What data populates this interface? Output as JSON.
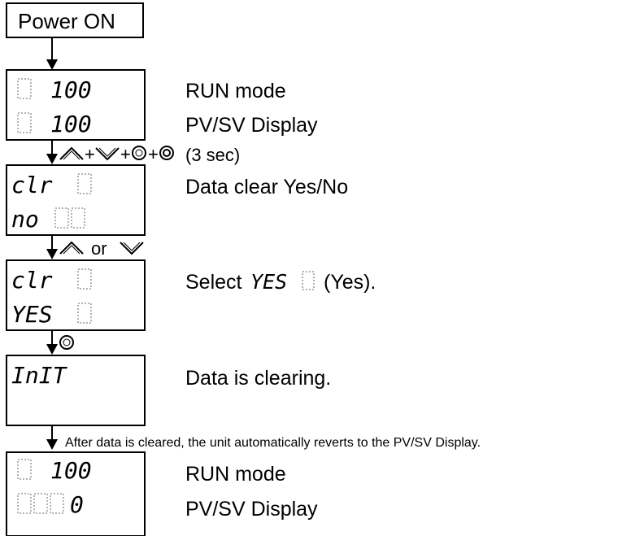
{
  "start": "Power ON",
  "steps": [
    {
      "display_top": "□ 100",
      "display_bottom": "□ 100",
      "desc_top": "RUN mode",
      "desc_bottom": "PV/SV Display"
    },
    {
      "display_top": "clr□",
      "display_bottom": "no□□",
      "desc_top": "Data clear Yes/No",
      "desc_bottom": ""
    },
    {
      "display_top": "clr□",
      "display_bottom": "YES□",
      "desc_top": "Select",
      "desc_glyph": "YES□",
      "desc_tail": "(Yes).",
      "desc_bottom": ""
    },
    {
      "display_top": "InIT",
      "display_bottom": "",
      "desc_top": "Data is clearing.",
      "desc_bottom": ""
    },
    {
      "display_top": "□ 100",
      "display_bottom": "□□□0",
      "desc_top": "RUN mode",
      "desc_bottom": "PV/SV Display"
    }
  ],
  "transitions": [
    {
      "keys": [
        "up-key-icon",
        "down-key-icon",
        "mode-key-icon",
        "enter-key-icon"
      ],
      "text": "(3 sec)"
    },
    {
      "keys": [
        "up-key-icon",
        "or",
        "down-key-icon"
      ],
      "text": "or"
    },
    {
      "keys": [
        "mode-key-icon"
      ],
      "text": ""
    },
    {
      "keys": [],
      "text": "After data is cleared, the unit automatically reverts to the PV/SV Display."
    }
  ]
}
